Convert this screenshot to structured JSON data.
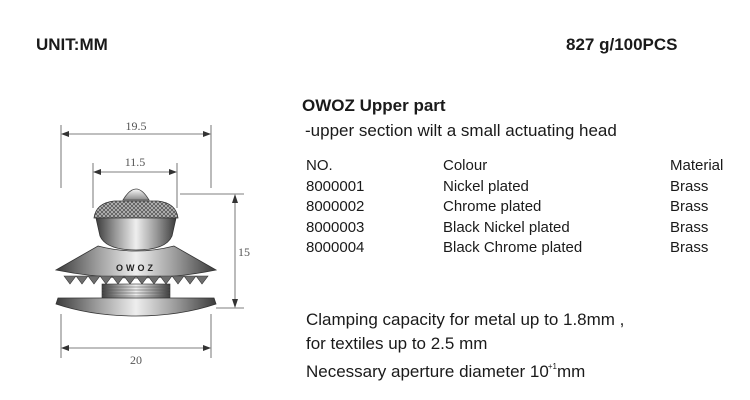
{
  "header": {
    "unit_label": "UNIT:MM",
    "weight_label": "827 g/100PCS"
  },
  "product": {
    "title": "OWOZ Upper part",
    "subtitle": "-upper section wilt a small actuating head"
  },
  "table": {
    "headers": {
      "no": "NO.",
      "colour": "Colour",
      "material": "Material"
    },
    "rows": [
      {
        "no": "8000001",
        "colour": "Nickel plated",
        "material": "Brass"
      },
      {
        "no": "8000002",
        "colour": "Chrome plated",
        "material": "Brass"
      },
      {
        "no": "8000003",
        "colour": "Black Nickel plated",
        "material": "Brass"
      },
      {
        "no": "8000004",
        "colour": "Black Chrome plated",
        "material": "Brass"
      }
    ]
  },
  "notes": {
    "line1": "Clamping capacity for metal up to 1.8mm ,",
    "line2": "for textiles up to 2.5 mm",
    "line3_prefix": "Necessary aperture diameter 10",
    "line3_sup": "+1",
    "line3_suffix": "mm"
  },
  "drawing": {
    "dim_top": "19.5",
    "dim_inner": "11.5",
    "dim_height": "15",
    "dim_bottom": "20",
    "engraving": "OWOZ"
  }
}
